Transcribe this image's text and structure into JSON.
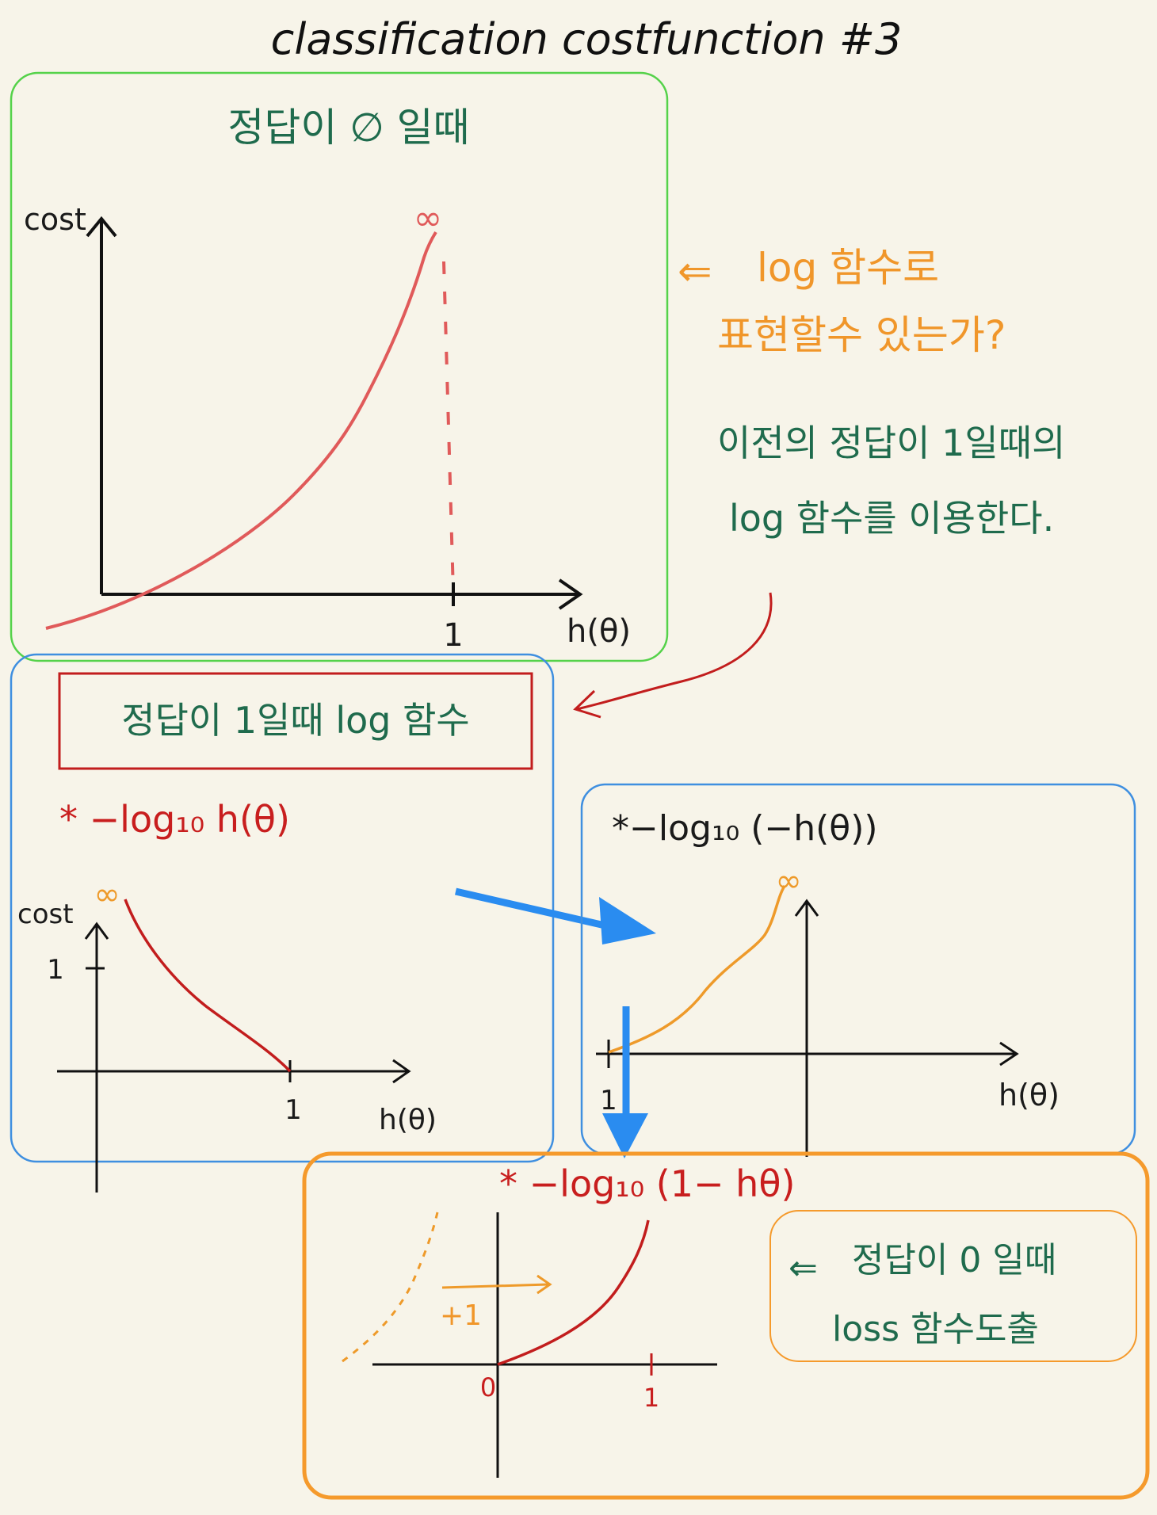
{
  "title": "classification costfunction #3",
  "panel1": {
    "heading": "정답이 ∅ 일때",
    "y_label": "cost",
    "x_label": "h(θ)",
    "infinity": "∞",
    "tick_one": "1"
  },
  "note1": {
    "arrow": "⇐",
    "line1": "log 함수로",
    "line2": "표현할수 있는가?"
  },
  "note2": {
    "line1": "이전의 정답이 1일때의",
    "line2": "log 함수를 이용한다."
  },
  "panel2": {
    "box_label": "정답이 1일때 log 함수",
    "formula": "* −log₁₀ h(θ)",
    "y_label": "cost",
    "infinity": "∞",
    "tick_y_one": "1",
    "tick_x_one": "1",
    "x_label": "h(θ)"
  },
  "panel3": {
    "formula": "*−log₁₀ (−h(θ))",
    "infinity": "∞",
    "x_label": "h(θ)",
    "tick_one": "1"
  },
  "panel4": {
    "formula": "* −log₁₀ (1− hθ)",
    "shift_label": "+1",
    "tick_zero": "0",
    "tick_one": "1",
    "note_arrow": "⇐",
    "note_line1": "정답이 0 일때",
    "note_line2": "loss 함수도출"
  },
  "colors": {
    "green_box": "#55d24a",
    "blue_box": "#3f8fe0",
    "orange_box": "#f59a2c",
    "red_curve": "#e05a5a",
    "dark_red": "#c21d1d",
    "orange_curve": "#ee9a2a",
    "green_text": "#1f6b4d",
    "blue_arrow": "#2a8cf0"
  }
}
